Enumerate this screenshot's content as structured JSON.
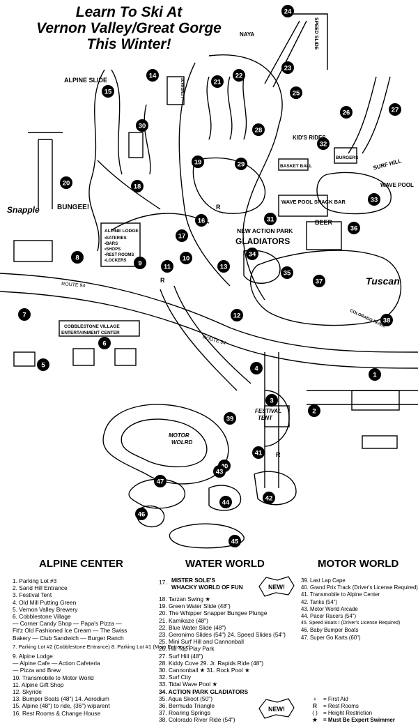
{
  "headline": [
    "Learn To Ski At",
    "Vernon Valley/Great Gorge",
    "This Winter!"
  ],
  "map_labels": {
    "naya": "NAYA",
    "speed_slide": "SPEED SLIDE",
    "alpine_slide": "ALPINE SLIDE",
    "lemonade": "LEMONADE",
    "kids_rides": "KID'S RIDES",
    "basketball": "BASKET BALL",
    "burgers": "BURGERS",
    "surf_hill": "SURF HILL",
    "wave_pool": "WAVE POOL",
    "snapple": "Snapple",
    "bungee": "BUNGEE!",
    "wave_pool_snack_bar": "WAVE POOL SNACK BAR",
    "beer": "BEER",
    "gladiators": [
      "NEW ACTION PARK",
      "GLADIATORS"
    ],
    "alpine_lodge": {
      "title": "ALPINE LODGE",
      "items": [
        "•EATERIES",
        "•BARS",
        "•SHOPS",
        "•REST ROOMS",
        "•LOCKERS"
      ]
    },
    "route94_a": "ROUTE 94",
    "route94_b": "ROUTE 94",
    "tuscan": "Tuscan",
    "colorado_river": "COLORADO RIVER",
    "cobblestone": [
      "COBBLESTONE VILLAGE",
      "ENTERTAINMENT CENTER"
    ],
    "festival_tent": [
      "FESTIVAL",
      "TENT"
    ],
    "motor_world": [
      "MOTOR",
      "WOLRD"
    ],
    "r": "R"
  },
  "markers": [
    "1",
    "2",
    "3",
    "4",
    "5",
    "6",
    "7",
    "8",
    "9",
    "10",
    "11",
    "12",
    "13",
    "14",
    "15",
    "16",
    "17",
    "18",
    "19",
    "20",
    "21",
    "22",
    "23",
    "24",
    "25",
    "26",
    "27",
    "28",
    "29",
    "30",
    "31",
    "32",
    "33",
    "34",
    "35",
    "36",
    "37",
    "38",
    "39",
    "40",
    "41",
    "42",
    "43",
    "44",
    "45",
    "46",
    "47"
  ],
  "sections": {
    "alpine": "ALPINE CENTER",
    "water": "WATER WORLD",
    "motor": "MOTOR WORLD"
  },
  "alpine_items": [
    "1.  Parking Lot #3",
    "2.  Sand Hill Entrance",
    "3.  Festival Tent",
    "4.  Old Mill Putting Green",
    "5.  Vernon Valley Brewery",
    "6.  Cobblestone Village",
    "      — Corner Candy Shop — Papa's Pizza —",
    "      Fit'z Old Fashioned Ice Cream — The Swiss",
    "      Bakery — Club Sandwich — Burger Ranch",
    "7.  Parking Lot #2 (Cobblestone Entrance)   8. Parking Lot #1 (Main Entrance)",
    "9.  Alpine Lodge",
    "      — Alpine Cafe — Action Cafeteria",
    "      — Pizza and Brew",
    "10. Transmobile to Motor World",
    "11. Alpine Gift Shop",
    "12. Skyride",
    "13. Bumper Boats (48\")              14. Aerodium",
    "15. Alpine (48\") to ride, (36\") w/parent",
    "16. Rest Rooms & Change House"
  ],
  "water_items": {
    "first": "17.",
    "mister_sole": [
      "MISTER SOLE'S",
      "WHACKY WORLD OF FUN"
    ],
    "new_label": "NEW!",
    "rest": [
      "18. Tarzan Swing ★",
      "19. Green Water Slide (48\")",
      "20. The Whipper Snapper Bungee Plunge",
      "21. Kamikaze (48\")",
      "22. Blue Water Slide (48\")",
      "23. Geronimo Slides (54\")   24. Speed Slides (54\")",
      "25. Mini Surf Hill and Cannonball",
      "26. Hill Top Play Park",
      "27. Surf Hill (48\")",
      "28. Kiddy Cove                         29. Jr. Rapids Ride (48\")",
      "30. Cannonball ★                   31. Rock Pool ★",
      "32. Surf City",
      "33. Tidal Wave Pool ★"
    ],
    "gladiators_line": "34. ACTION PARK GLADIATORS",
    "tail": [
      "35. Aqua Skoot (50\")",
      "36. Bermuda Triangle",
      "37. Roaring Springs",
      "38. Colorado River Ride (54\")"
    ]
  },
  "motor_items": [
    "39. Last Lap Cape",
    "40. Grand Prix Track (Driver's License Required)",
    "41. Transmobile to Alpine Center",
    "42. Tanks (54\")",
    "43. Motor World Arcade",
    "44. Pacer Racers (54\")",
    "45. Speed Boats I (Driver's License Required)",
    "46. Baby Bumper Boats",
    "47. Super Go Karts (60\")"
  ],
  "key": [
    {
      "sym": "+",
      "text": "= First Aid"
    },
    {
      "sym": "R",
      "text": "= Rest Rooms"
    },
    {
      "sym": "( )",
      "text": "= Height Restriction"
    },
    {
      "sym": "★",
      "text": "= Must Be Expert Swimmer"
    }
  ]
}
